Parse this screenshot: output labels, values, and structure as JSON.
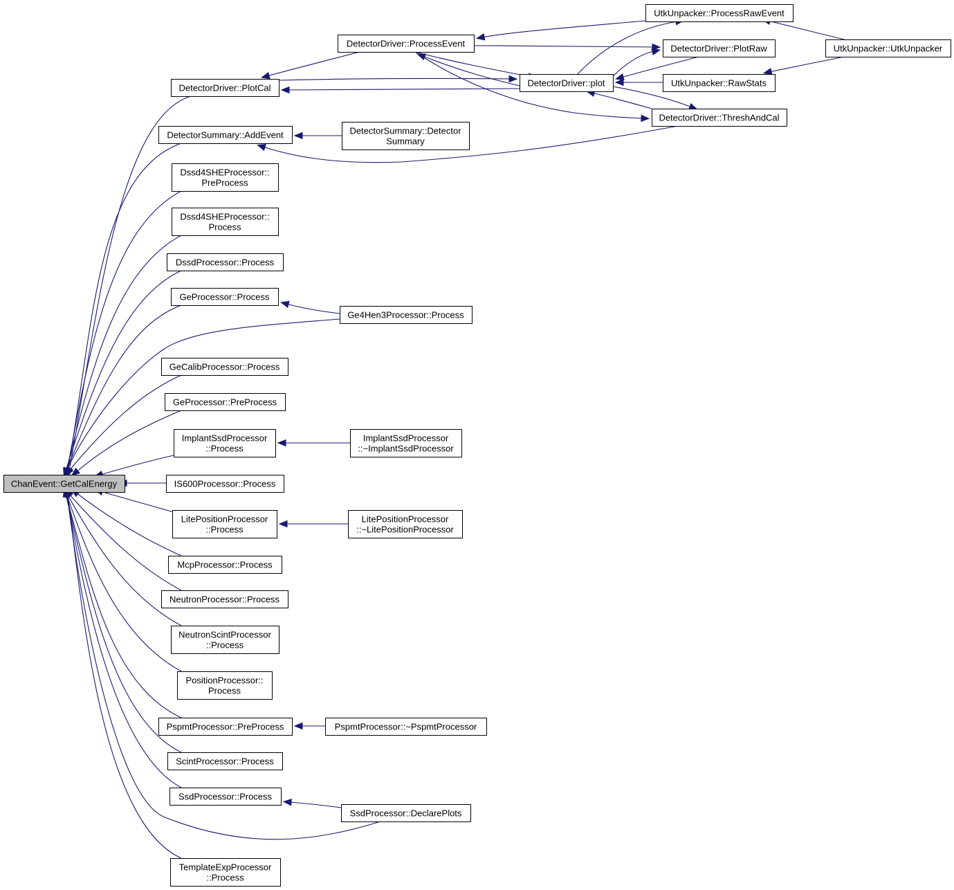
{
  "nodes": [
    {
      "id": "root",
      "lines": [
        "ChanEvent::GetCalEnergy"
      ],
      "root": true
    },
    {
      "id": "plotcal",
      "lines": [
        "DetectorDriver::PlotCal"
      ]
    },
    {
      "id": "addevent",
      "lines": [
        "DetectorSummary::AddEvent"
      ]
    },
    {
      "id": "dssd4pre",
      "lines": [
        "Dssd4SHEProcessor::",
        "PreProcess"
      ]
    },
    {
      "id": "dssd4proc",
      "lines": [
        "Dssd4SHEProcessor::",
        "Process"
      ]
    },
    {
      "id": "dssdproc",
      "lines": [
        "DssdProcessor::Process"
      ]
    },
    {
      "id": "geproc",
      "lines": [
        "GeProcessor::Process"
      ]
    },
    {
      "id": "gecalib",
      "lines": [
        "GeCalibProcessor::Process"
      ]
    },
    {
      "id": "gepre",
      "lines": [
        "GeProcessor::PreProcess"
      ]
    },
    {
      "id": "implant",
      "lines": [
        "ImplantSsdProcessor",
        "::Process"
      ]
    },
    {
      "id": "is600",
      "lines": [
        "IS600Processor::Process"
      ]
    },
    {
      "id": "lite",
      "lines": [
        "LitePositionProcessor",
        "::Process"
      ]
    },
    {
      "id": "mcp",
      "lines": [
        "McpProcessor::Process"
      ]
    },
    {
      "id": "neutron",
      "lines": [
        "NeutronProcessor::Process"
      ]
    },
    {
      "id": "nscint",
      "lines": [
        "NeutronScintProcessor",
        "::Process"
      ]
    },
    {
      "id": "position",
      "lines": [
        "PositionProcessor::",
        "Process"
      ]
    },
    {
      "id": "pspmtpre",
      "lines": [
        "PspmtProcessor::PreProcess"
      ]
    },
    {
      "id": "scint",
      "lines": [
        "ScintProcessor::Process"
      ]
    },
    {
      "id": "ssdproc",
      "lines": [
        "SsdProcessor::Process"
      ]
    },
    {
      "id": "template",
      "lines": [
        "TemplateExpProcessor",
        "::Process"
      ]
    },
    {
      "id": "processevent",
      "lines": [
        "DetectorDriver::ProcessEvent"
      ]
    },
    {
      "id": "plot",
      "lines": [
        "DetectorDriver::plot"
      ]
    },
    {
      "id": "threshcal",
      "lines": [
        "DetectorDriver::ThreshAndCal"
      ]
    },
    {
      "id": "summary",
      "lines": [
        "DetectorSummary::Detector",
        "Summary"
      ]
    },
    {
      "id": "ge4hen3",
      "lines": [
        "Ge4Hen3Processor::Process"
      ]
    },
    {
      "id": "implantdtor",
      "lines": [
        "ImplantSsdProcessor",
        "::~ImplantSsdProcessor"
      ]
    },
    {
      "id": "litedtor",
      "lines": [
        "LitePositionProcessor",
        "::~LitePositionProcessor"
      ]
    },
    {
      "id": "pspmtdtor",
      "lines": [
        "PspmtProcessor::~PspmtProcessor"
      ]
    },
    {
      "id": "ssddeclare",
      "lines": [
        "SsdProcessor::DeclarePlots"
      ]
    },
    {
      "id": "processraw",
      "lines": [
        "UtkUnpacker::ProcessRawEvent"
      ]
    },
    {
      "id": "plotraw",
      "lines": [
        "DetectorDriver::PlotRaw"
      ]
    },
    {
      "id": "rawstats",
      "lines": [
        "UtkUnpacker::RawStats"
      ]
    },
    {
      "id": "utkunpacker",
      "lines": [
        "UtkUnpacker::UtkUnpacker"
      ]
    }
  ],
  "edges": [
    {
      "from": "plotcal",
      "to": "root"
    },
    {
      "from": "addevent",
      "to": "root"
    },
    {
      "from": "dssd4pre",
      "to": "root"
    },
    {
      "from": "dssd4proc",
      "to": "root"
    },
    {
      "from": "dssdproc",
      "to": "root"
    },
    {
      "from": "geproc",
      "to": "root"
    },
    {
      "from": "ge4hen3",
      "to": "root"
    },
    {
      "from": "gecalib",
      "to": "root"
    },
    {
      "from": "gepre",
      "to": "root"
    },
    {
      "from": "implant",
      "to": "root"
    },
    {
      "from": "is600",
      "to": "root"
    },
    {
      "from": "lite",
      "to": "root"
    },
    {
      "from": "mcp",
      "to": "root"
    },
    {
      "from": "neutron",
      "to": "root"
    },
    {
      "from": "nscint",
      "to": "root"
    },
    {
      "from": "position",
      "to": "root"
    },
    {
      "from": "pspmtpre",
      "to": "root"
    },
    {
      "from": "scint",
      "to": "root"
    },
    {
      "from": "ssdproc",
      "to": "root"
    },
    {
      "from": "ssddeclare",
      "to": "root"
    },
    {
      "from": "template",
      "to": "root"
    },
    {
      "from": "processevent",
      "to": "plotcal"
    },
    {
      "from": "plot",
      "to": "plotcal"
    },
    {
      "from": "plotcal",
      "to": "plot"
    },
    {
      "from": "summary",
      "to": "addevent"
    },
    {
      "from": "threshcal",
      "to": "addevent"
    },
    {
      "from": "ge4hen3",
      "to": "geproc"
    },
    {
      "from": "implantdtor",
      "to": "implant"
    },
    {
      "from": "litedtor",
      "to": "lite"
    },
    {
      "from": "pspmtdtor",
      "to": "pspmtpre"
    },
    {
      "from": "ssddeclare",
      "to": "ssdproc"
    },
    {
      "from": "processraw",
      "to": "processevent"
    },
    {
      "from": "plot",
      "to": "processevent"
    },
    {
      "from": "processevent",
      "to": "plot"
    },
    {
      "from": "processevent",
      "to": "plotraw"
    },
    {
      "from": "processevent",
      "to": "threshcal"
    },
    {
      "from": "plotraw",
      "to": "plot"
    },
    {
      "from": "rawstats",
      "to": "plot"
    },
    {
      "from": "threshcal",
      "to": "plot"
    },
    {
      "from": "plot",
      "to": "threshcal"
    },
    {
      "from": "plot",
      "to": "processraw"
    },
    {
      "from": "plot",
      "to": "plotraw"
    },
    {
      "from": "utkunpacker",
      "to": "processraw"
    },
    {
      "from": "utkunpacker",
      "to": "rawstats"
    }
  ],
  "colors": {
    "edge": "#191970",
    "root_fill": "#bfbfbf",
    "node_fill": "#ffffff",
    "node_border": "#000000"
  }
}
